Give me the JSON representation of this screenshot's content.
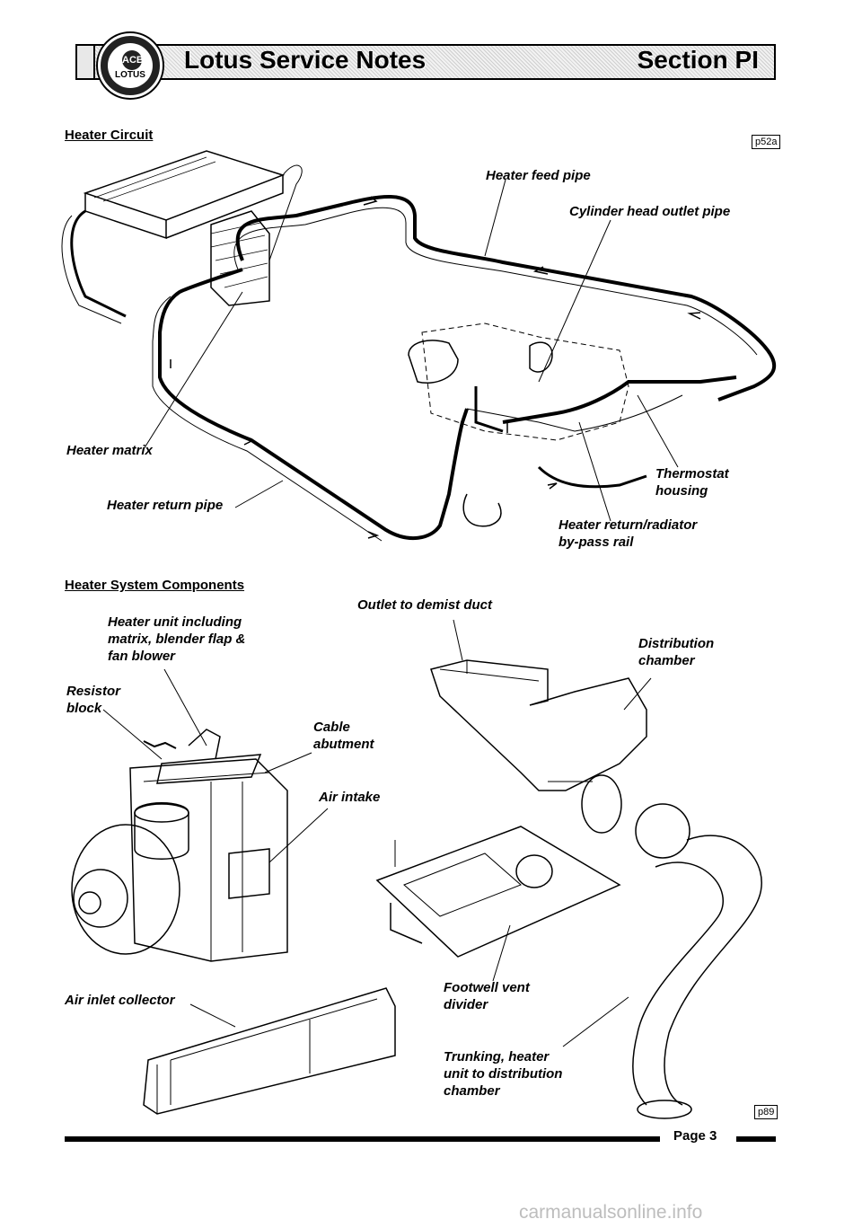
{
  "header": {
    "title": "Lotus Service Notes",
    "section": "Section PI",
    "logo_text": "LOTUS",
    "logo_monogram": "ACBC"
  },
  "heater_circuit": {
    "heading": "Heater Circuit",
    "ref": "p52a",
    "labels": {
      "feed_pipe": "Heater feed pipe",
      "cyl_head": "Cylinder head outlet pipe",
      "matrix": "Heater matrix",
      "return_pipe": "Heater return pipe",
      "thermostat_1": "Thermostat",
      "thermostat_2": "housing",
      "bypass_1": "Heater return/radiator",
      "bypass_2": "by-pass rail"
    }
  },
  "components": {
    "heading": "Heater System Components",
    "ref": "p89",
    "labels": {
      "outlet": "Outlet to demist duct",
      "unit_1": "Heater unit including",
      "unit_2": "matrix, blender flap &",
      "unit_3": "fan blower",
      "dist_1": "Distribution",
      "dist_2": "chamber",
      "resistor_1": "Resistor",
      "resistor_2": "block",
      "cable_1": "Cable",
      "cable_2": "abutment",
      "air_intake": "Air intake",
      "collector": "Air inlet collector",
      "footwell_1": "Footwell vent",
      "footwell_2": "divider",
      "trunk_1": "Trunking, heater",
      "trunk_2": "unit to distribution",
      "trunk_3": "chamber"
    }
  },
  "footer": {
    "page": "Page 3",
    "watermark": "carmanualsonline.info"
  }
}
